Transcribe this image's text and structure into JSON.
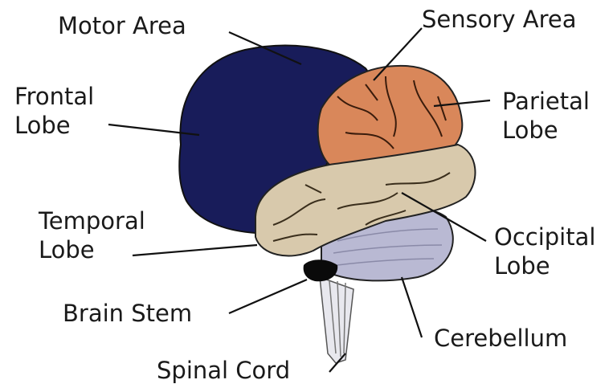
{
  "labels": {
    "motor_area": "Motor Area",
    "sensory_area": "Sensory Area",
    "frontal_lobe": "Frontal\nLobe",
    "parietal_lobe": "Parietal\nLobe",
    "temporal_lobe": "Temporal\nLobe",
    "occipital_lobe": "Occipital\nLobe",
    "brain_stem": "Brain Stem",
    "cerebellum": "Cerebellum",
    "spinal_cord": "Spinal Cord"
  },
  "colors": {
    "frontal_motor": "#181c5a",
    "parietal_sensory": "#d9875a",
    "temporal_occipital": "#d8c9ac",
    "cerebellum": "#b9b9d3",
    "brain_stem": "#0a0a0a",
    "spinal_cord": "#e8e8ee",
    "outline": "#111111"
  }
}
